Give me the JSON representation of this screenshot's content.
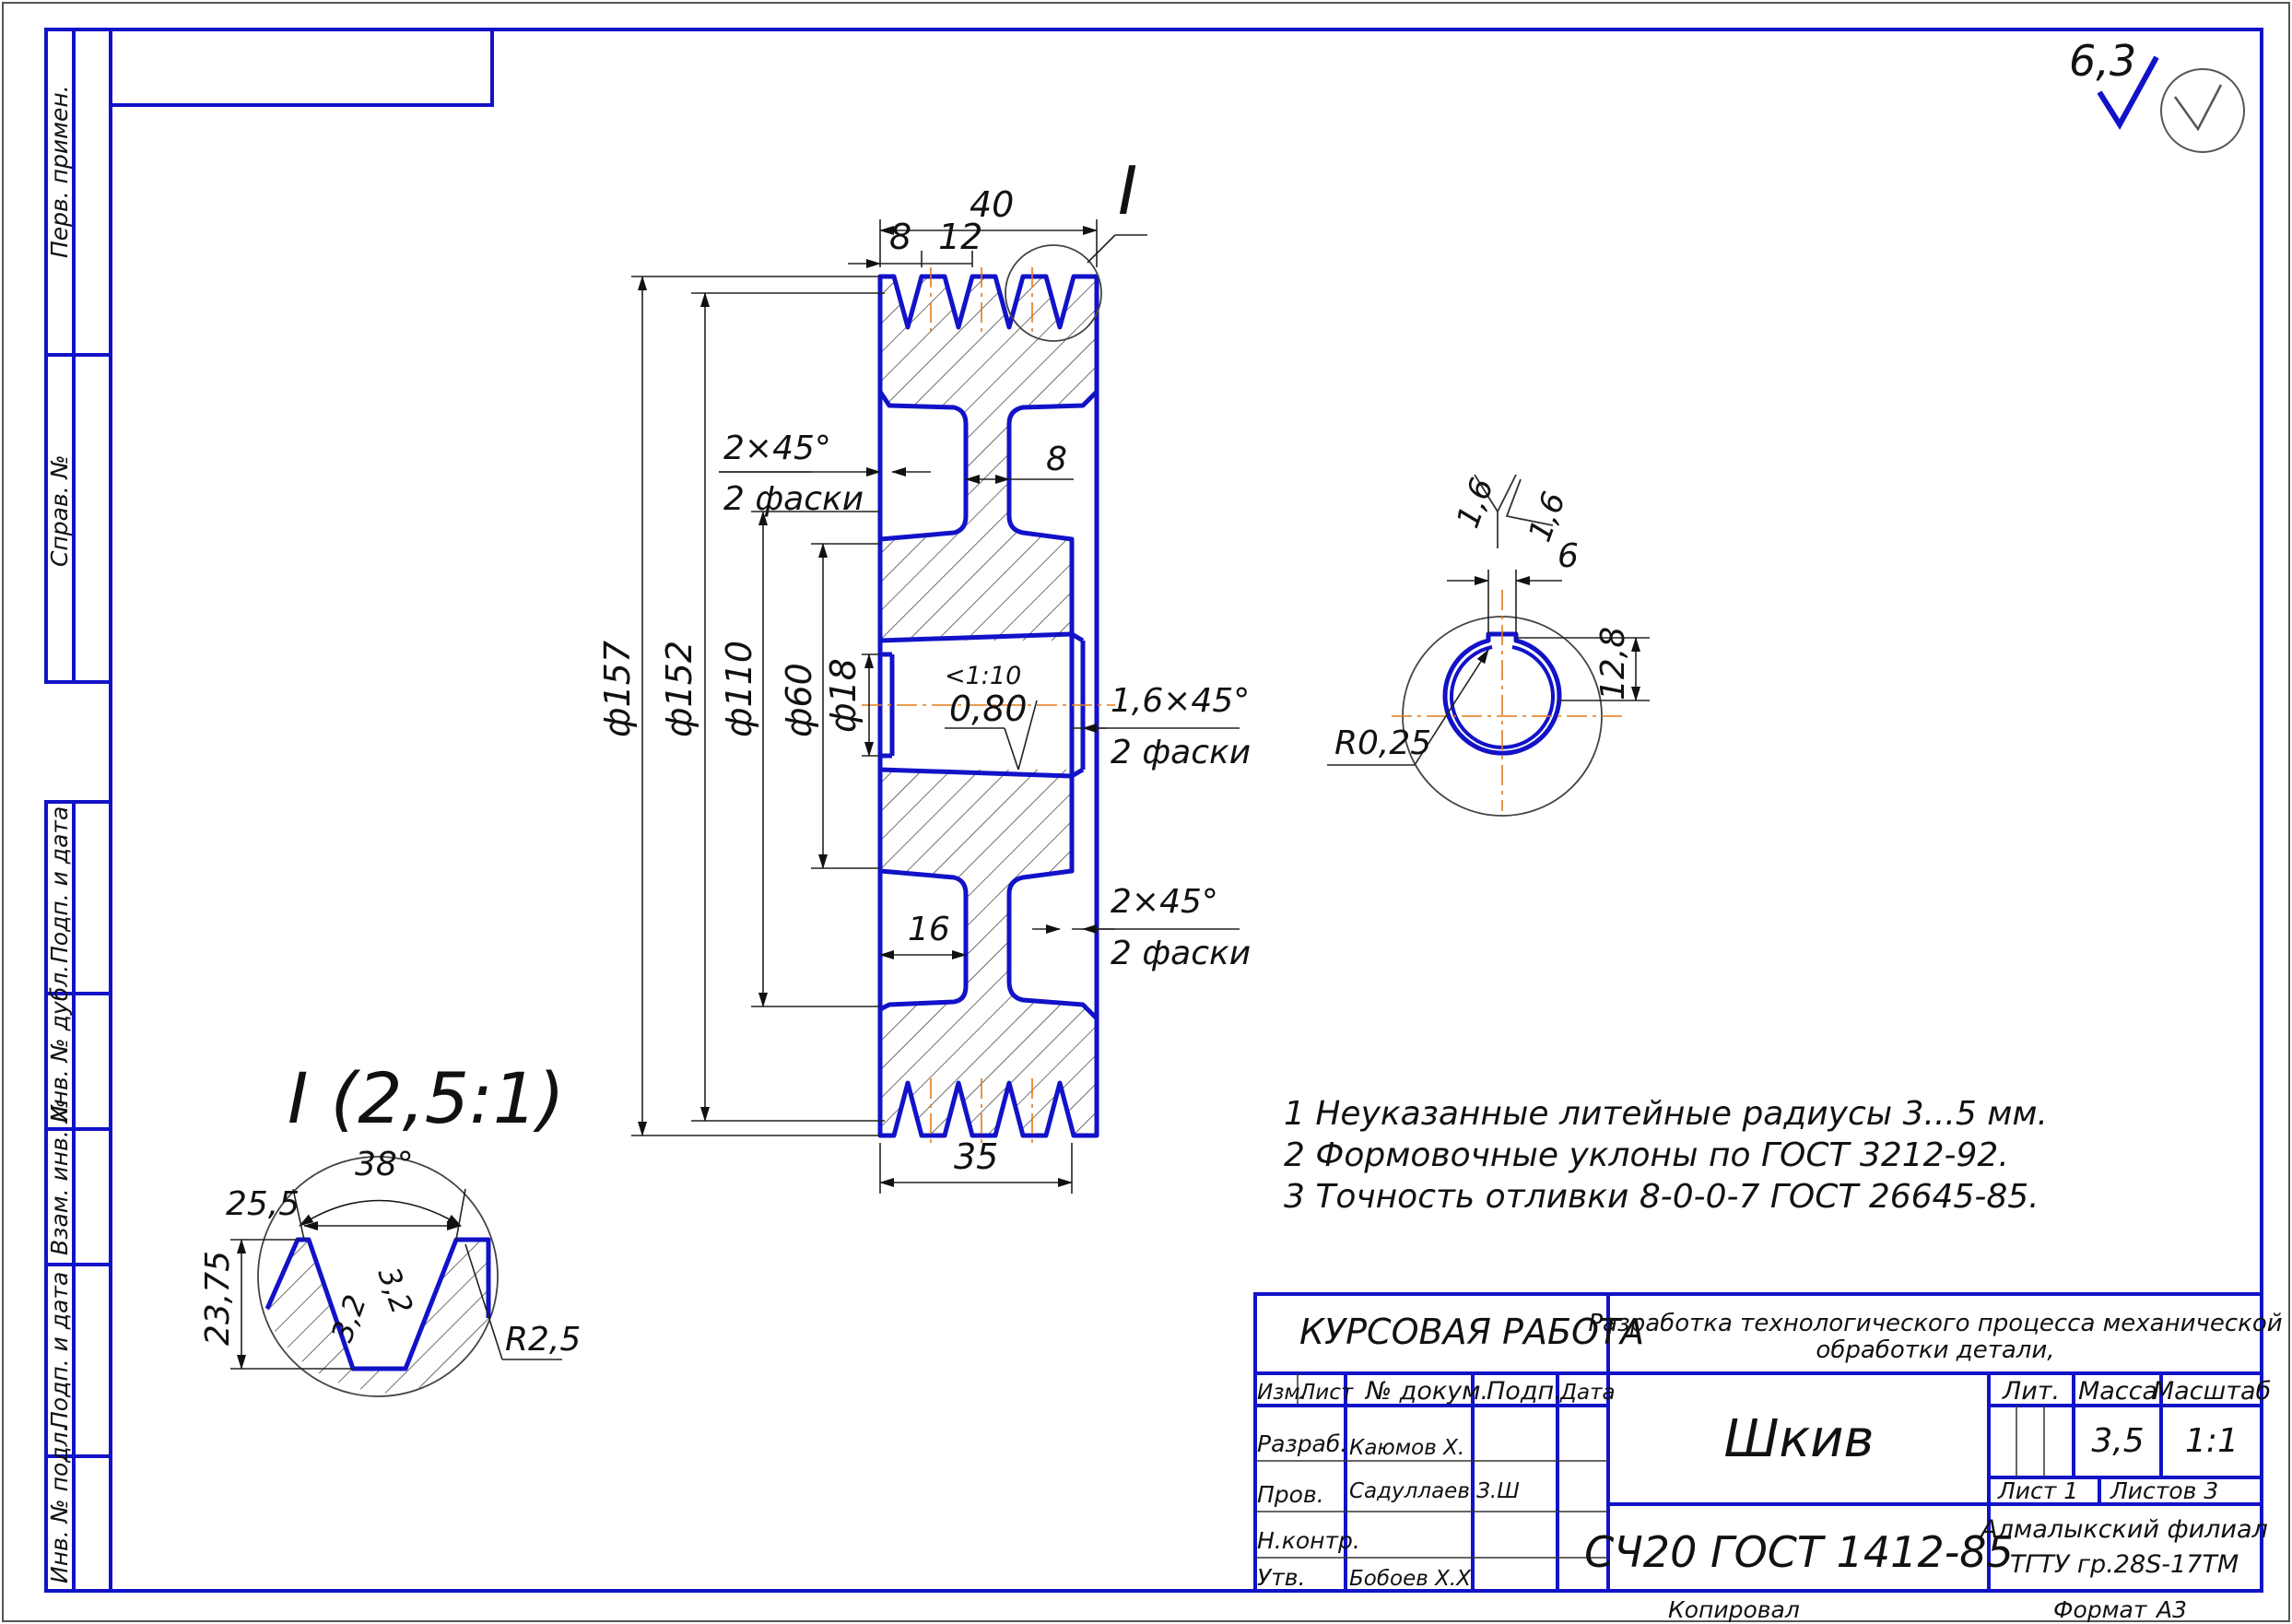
{
  "side_labels": {
    "perv_primen": "Перв. примен.",
    "sprav_no": "Справ. №",
    "podp_data_1": "Подп. и дата",
    "inv_dubl": "Инв. № дубл.",
    "vzam_inv": "Взам. инв. №",
    "podp_data_2": "Подп. и дата",
    "inv_podl": "Инв. № подл."
  },
  "roughness": {
    "value": "6,3"
  },
  "section_mark": "I",
  "dimensions": {
    "d_40": "40",
    "d_8_top": "8",
    "d_12": "12",
    "chamfer_top": "2×45°",
    "chamfer_top_count": "2 фаски",
    "d_8_right": "8",
    "d157": "ф157",
    "d152": "ф152",
    "d110": "ф110",
    "d60": "ф60",
    "d18": "ф18",
    "taper": "<1:10",
    "rough_080": "0,80",
    "chamfer_mid": "1,6×45°",
    "chamfer_mid_count": "2 фаски",
    "chamfer_low": "2×45°",
    "chamfer_low_count": "2 фаски",
    "d16": "16",
    "d35": "35"
  },
  "keyway": {
    "r1": "1,6",
    "r2": "1,6",
    "w": "6",
    "h": "12,8",
    "radius": "R0,25"
  },
  "detail": {
    "title": "I (2,5:1)",
    "angle": "38°",
    "w": "25,5",
    "h": "23,75",
    "r1": "3,2",
    "r2": "3,2",
    "radius": "R2,5"
  },
  "notes": [
    "1  Неуказанные литейные радиусы 3...5 мм.",
    "2  Формовочные уклоны по ГОСТ 3212-92.",
    "3  Точность отливки 8-0-0-7 ГОСТ 26645-85."
  ],
  "title_block": {
    "doc_type": "КУРСОВАЯ РАБОТА",
    "project_line1": "Разработка технологического процесса механической",
    "project_line2": "обработки детали,",
    "hdr_izm": "Изм.",
    "hdr_list": "Лист",
    "hdr_docum": "№ докум.",
    "hdr_podp": "Подп.",
    "hdr_data": "Дата",
    "role_razrab": "Разраб.",
    "role_prov": "Пров.",
    "role_nkontr": "Н.контр.",
    "role_utv": "Утв.",
    "name_razrab": "Каюмов Х.",
    "name_prov": "Садуллаев З.Ш",
    "name_utv": "Бобоев Х.Х",
    "part_name": "Шкив",
    "hdr_lit": "Лит.",
    "hdr_massa": "Масса",
    "hdr_masshtab": "Масштаб",
    "massa": "3,5",
    "masshtab": "1:1",
    "list": "Лист 1",
    "listov": "Листов  3",
    "material": "СЧ20 ГОСТ 1412-85",
    "org_line1": "Алмалыкский филиал",
    "org_line2": "ТГТУ гр.28S-17ТМ",
    "kopiroval": "Копировал",
    "format_label": "Формат",
    "format_value": "А3"
  }
}
